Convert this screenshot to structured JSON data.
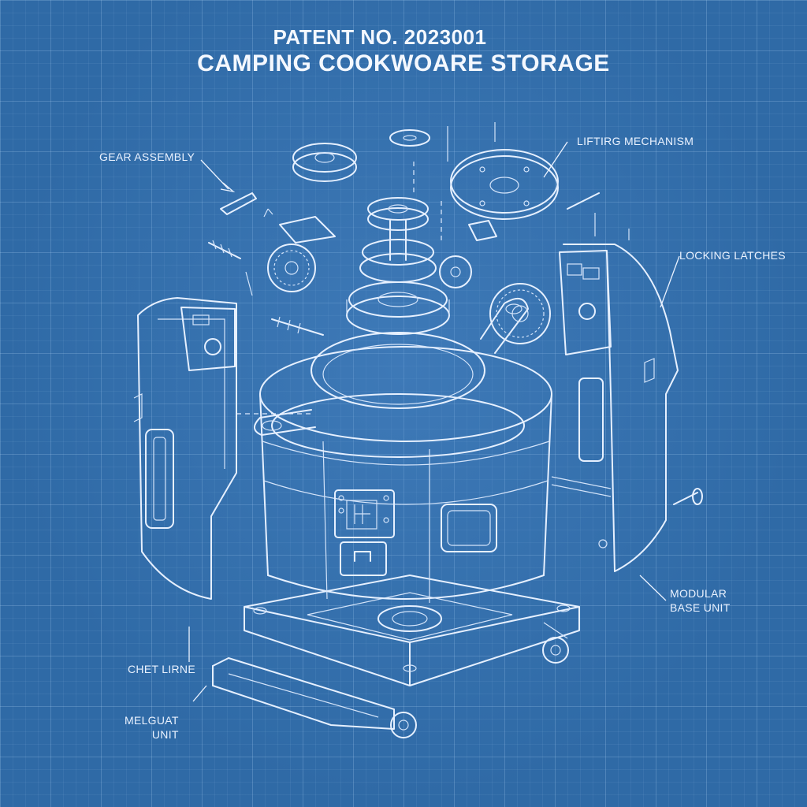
{
  "header": {
    "patent_number": "PATENT NO. 2023001",
    "title": "CAMPING COOKWOARE STORAGE"
  },
  "labels": {
    "gear_assembly": "GEAR ASSEMBLY",
    "lifting_mechanism": "LIFTIRG MECHANISM",
    "locking_latches": "LOCKING LATCHES",
    "modular_base_line1": "MODULAR",
    "modular_base_line2": "BASE UNIT",
    "chet_line": "CHET LIRNE",
    "melguat_line1": "MELGUAT",
    "melguat_line2": "UNIT"
  },
  "colors": {
    "background": "#2f6aa6",
    "line": "#e6f0ff",
    "grid": "#bedcff"
  }
}
